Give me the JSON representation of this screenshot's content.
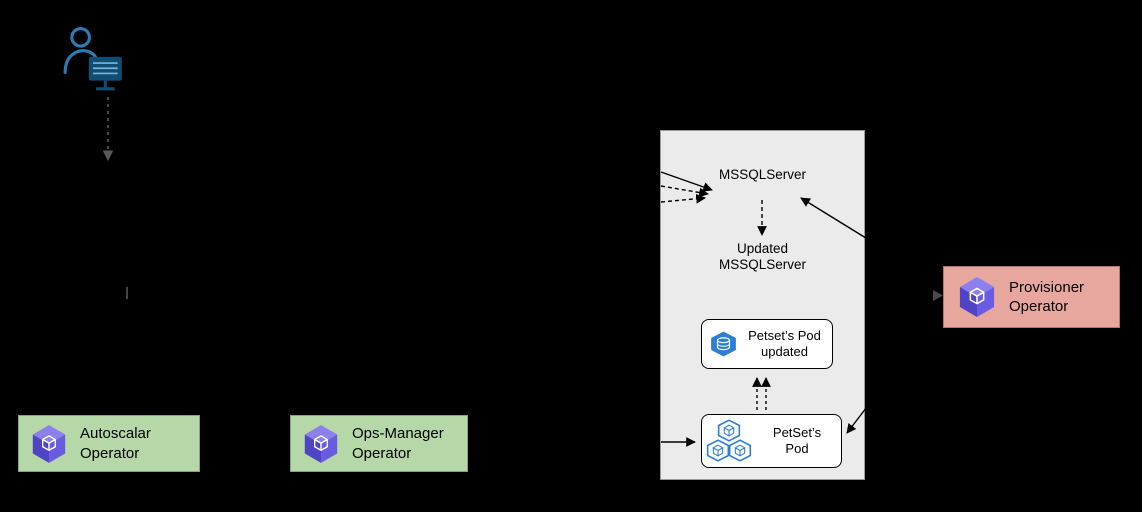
{
  "colors": {
    "background": "#000000",
    "panel_fill": "#ebebeb",
    "operator_green": "#b6d7a8",
    "operator_pink": "#e8a79e",
    "operator_purple": "#6a5ce0",
    "pod_blue": "#2f7fd0",
    "user_blue": "#2b7db5"
  },
  "icons": {
    "user": "person-at-computer-icon",
    "operator": "operator-cube-icon",
    "pod": "kubernetes-pod-icon",
    "pod_updated": "kubernetes-pod-database-icon"
  },
  "panel": {
    "mssql_label": "MSSQLServer",
    "updated_mssql_label": "Updated\nMSSQLServer",
    "pod_updated_label": "Petset’s Pod\nupdated",
    "pod_label": "PetSet’s\nPod"
  },
  "operators": {
    "provisioner": {
      "label": "Provisioner\nOperator"
    },
    "autoscalar": {
      "label": "Autoscalar\nOperator"
    },
    "ops_manager": {
      "label": "Ops-Manager\nOperator"
    }
  }
}
